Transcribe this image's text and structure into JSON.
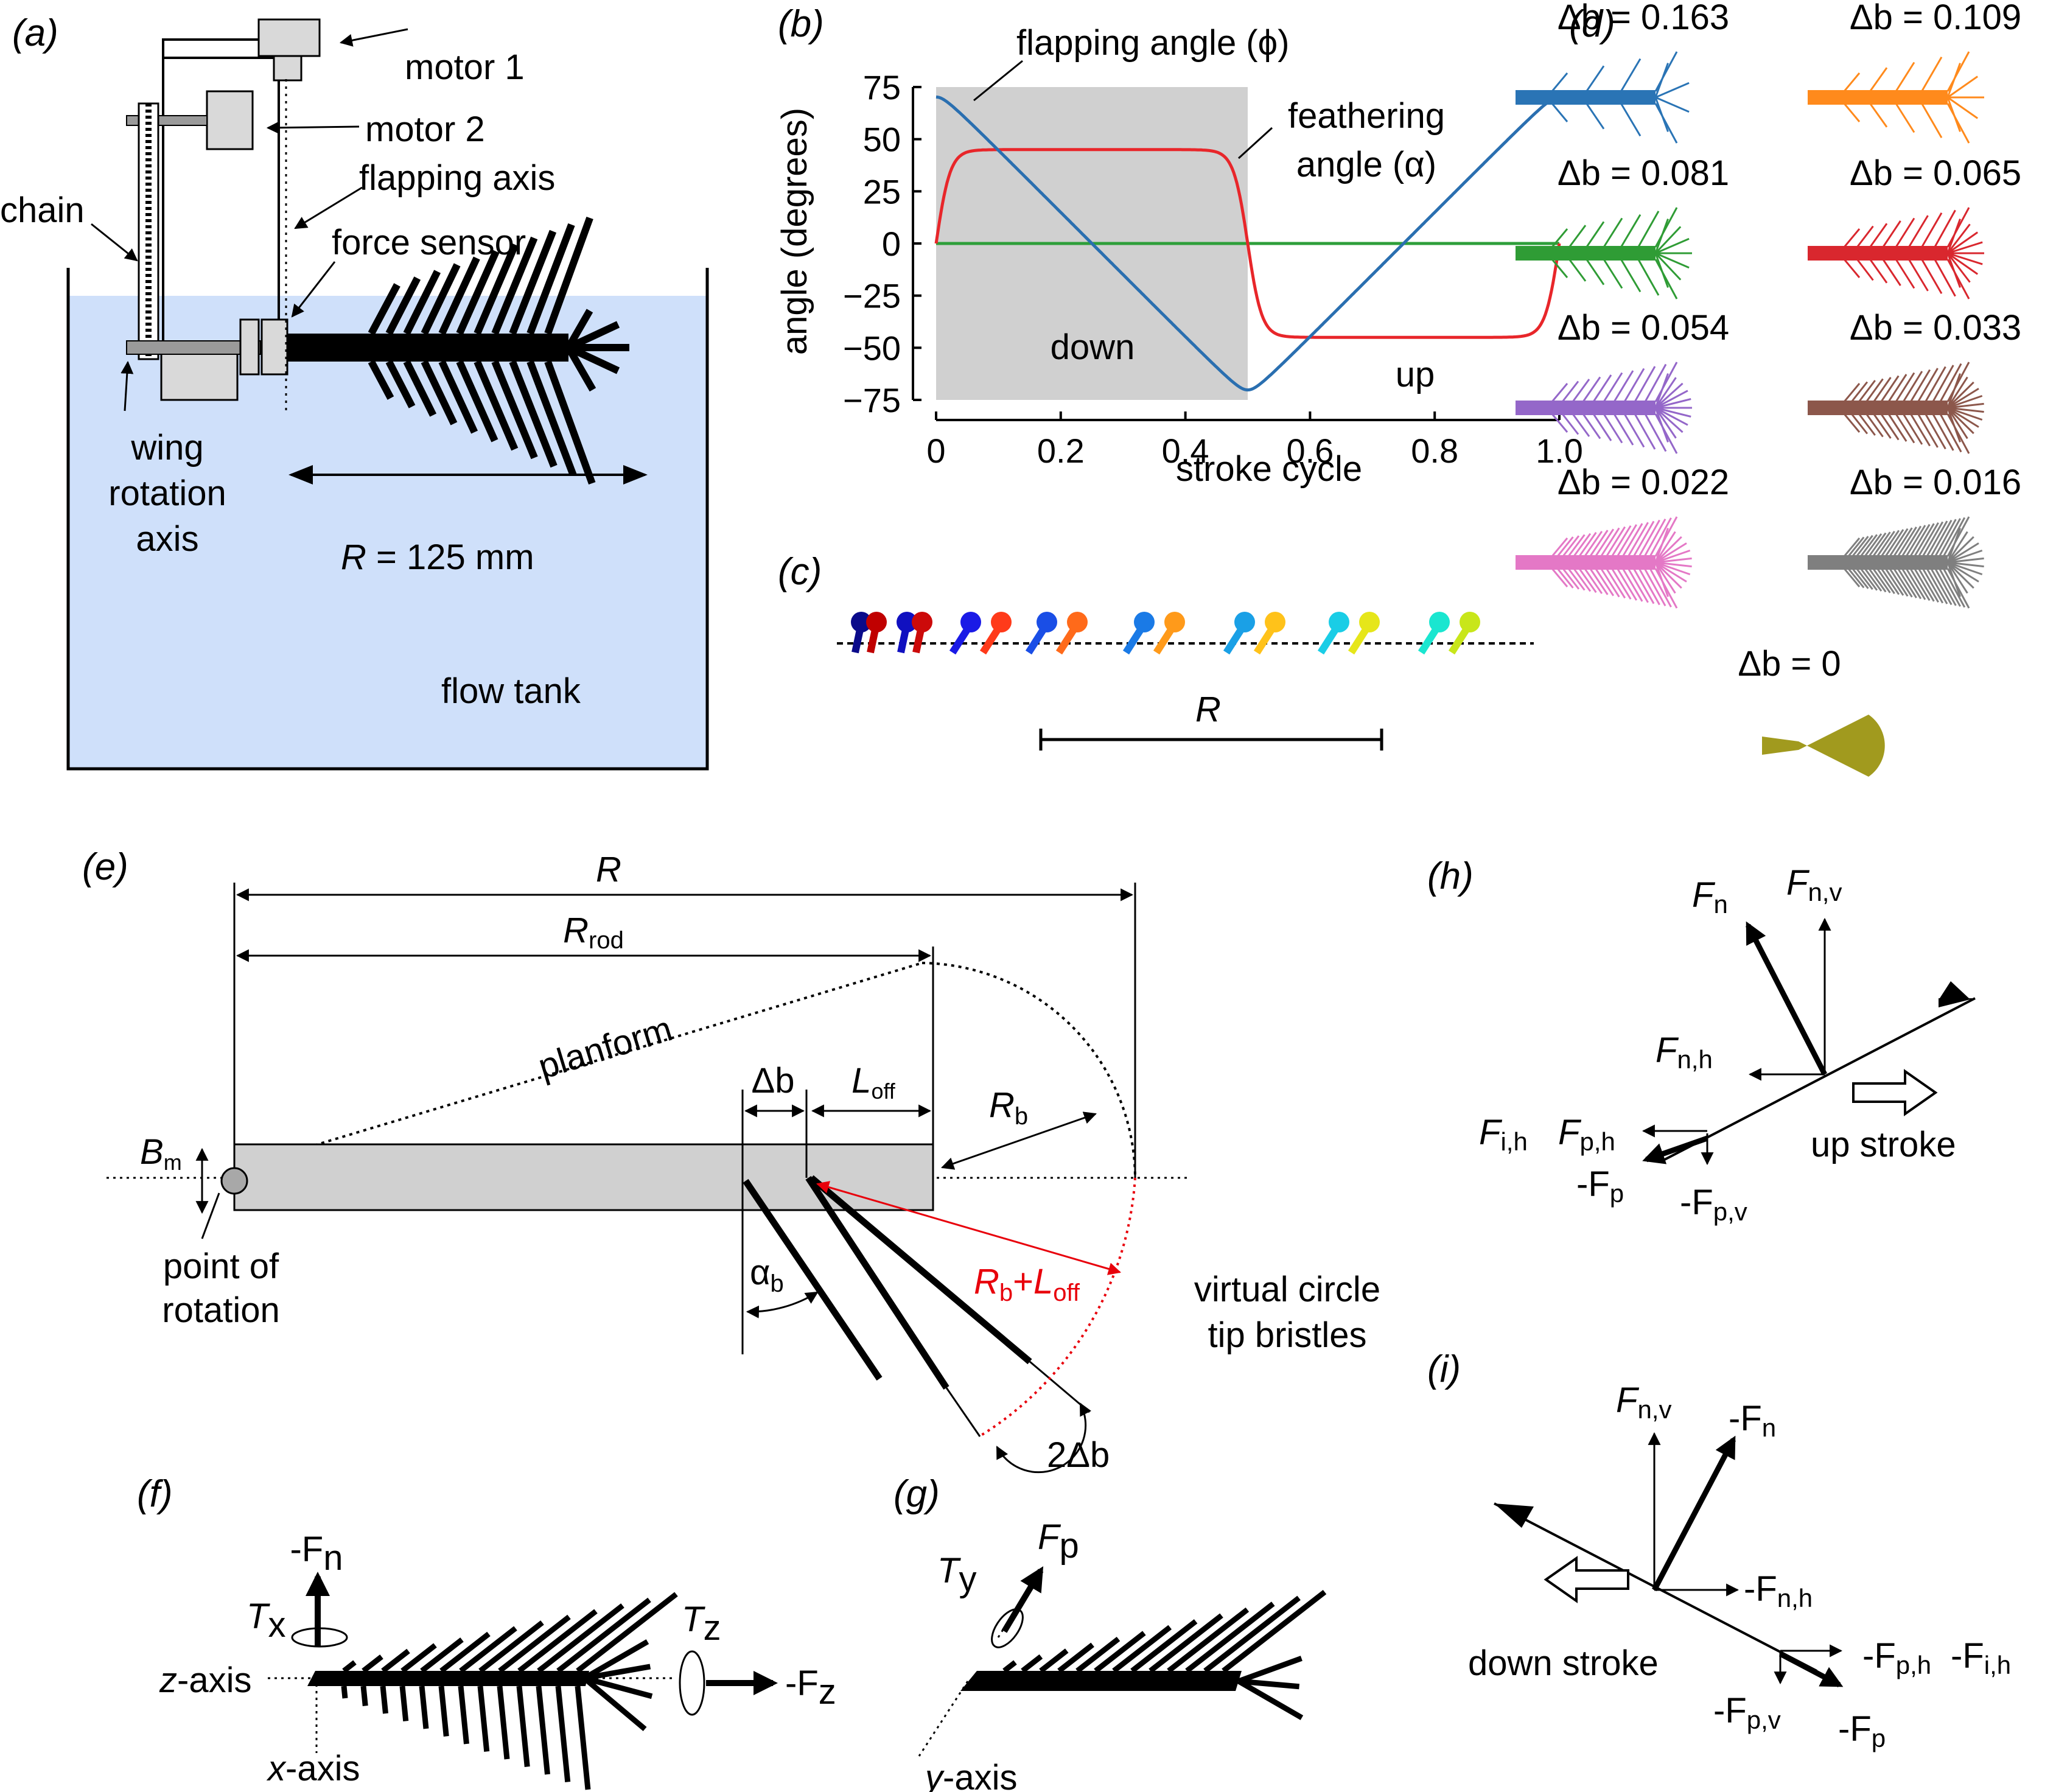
{
  "panel_labels": {
    "a": "(a)",
    "b": "(b)",
    "c": "(c)",
    "d": "(d)",
    "e": "(e)",
    "f": "(f)",
    "g": "(g)",
    "h": "(h)",
    "i": "(i)"
  },
  "panel_a": {
    "motor1": "motor 1",
    "motor2": "motor 2",
    "flapping_axis": "flapping axis",
    "chain": "chain",
    "force_sensor": "force sensor",
    "wing_rotation_axis": [
      "wing",
      "rotation",
      "axis"
    ],
    "radius_var": "R",
    "radius_value": " = 125 mm",
    "flow_tank": "flow tank",
    "colors": {
      "water": "#cfe0fa",
      "part": "#d9d9d9"
    }
  },
  "panel_b": {
    "chart_data": {
      "type": "line",
      "xlabel": "stroke cycle",
      "ylabel": "angle (degrees)",
      "xlim": [
        0,
        1
      ],
      "ylim": [
        -75,
        75
      ],
      "x_ticks": [
        "0",
        "0.2",
        "0.4",
        "0.6",
        "0.8",
        "1.0"
      ],
      "y_ticks": [
        "75",
        "50",
        "25",
        "0",
        "−25",
        "−50",
        "−75"
      ],
      "shaded_region": {
        "x": [
          0,
          0.5
        ],
        "label": "down",
        "color": "#d0d0d0"
      },
      "up_label": "up",
      "series": [
        {
          "name": "flapping angle (ϕ)",
          "color": "#2a6fb0",
          "x": [
            0,
            0.125,
            0.25,
            0.375,
            0.5,
            0.625,
            0.75,
            0.875,
            1.0
          ],
          "y": [
            75,
            37.5,
            0,
            -37.5,
            -75,
            -37.5,
            0,
            37.5,
            75
          ]
        },
        {
          "name": "feathering angle (α)",
          "color": "#e8262a",
          "x": [
            0,
            0.1,
            0.2,
            0.3,
            0.4,
            0.45,
            0.5,
            0.55,
            0.6,
            0.7,
            0.8,
            0.9,
            0.95,
            1.0
          ],
          "y": [
            0,
            43,
            45,
            45,
            45,
            44,
            0,
            -44,
            -45,
            -45,
            -45,
            -45,
            -44,
            0
          ]
        },
        {
          "name": "",
          "color": "#2e9f3a",
          "x": [
            0,
            1.0
          ],
          "y": [
            0,
            0
          ]
        }
      ],
      "annotations": [
        "flapping angle (ϕ)",
        "feathering angle (α)"
      ]
    }
  },
  "panel_c": {
    "scale_label": "R"
  },
  "panel_d": {
    "wings": [
      {
        "label": "Δb = 0.163",
        "color": "#2a74b5",
        "bristles": 4
      },
      {
        "label": "Δb = 0.109",
        "color": "#ff8a1c",
        "bristles": 5
      },
      {
        "label": "Δb = 0.081",
        "color": "#2f9c35",
        "bristles": 7
      },
      {
        "label": "Δb = 0.065",
        "color": "#d9272e",
        "bristles": 9
      },
      {
        "label": "Δb = 0.054",
        "color": "#9467c9",
        "bristles": 11
      },
      {
        "label": "Δb = 0.033",
        "color": "#8c574b",
        "bristles": 15
      },
      {
        "label": "Δb = 0.022",
        "color": "#e478c6",
        "bristles": 20
      },
      {
        "label": "Δb = 0.016",
        "color": "#7f7f7f",
        "bristles": 26
      }
    ],
    "solid_label": "Δb = 0",
    "solid_color": "#a19a1e"
  },
  "panel_e": {
    "R": "R",
    "R_rod": "R",
    "R_rod_sub": "rod",
    "planform": "planform",
    "delta_b": "Δb",
    "L_off": "L",
    "L_off_sub": "off",
    "R_b": "R",
    "R_b_sub": "b",
    "B_m": "B",
    "B_m_sub": "m",
    "point_of_rotation": [
      "point of",
      "rotation"
    ],
    "alpha_b": "α",
    "alpha_b_sub": "b",
    "Rb_plus_Loff": [
      "R",
      "b",
      "+",
      "L",
      "off"
    ],
    "virtual_circle": [
      "virtual circle",
      "tip bristles"
    ],
    "two_delta_b": "2Δb",
    "accent_color": "#e8000b"
  },
  "panel_f": {
    "neg_Fn": "-F",
    "neg_Fn_sub": "n",
    "Tx": "T",
    "Tx_sub": "x",
    "Tz": "T",
    "Tz_sub": "z",
    "neg_Fz": "-F",
    "neg_Fz_sub": "z",
    "z_axis": "z",
    "z_axis_suffix": "-axis",
    "x_axis": "x",
    "x_axis_suffix": "-axis"
  },
  "panel_g": {
    "Ty": "T",
    "Ty_sub": "y",
    "Fp": "F",
    "Fp_sub": "p",
    "y_axis": "y",
    "y_axis_suffix": "-axis"
  },
  "panel_h": {
    "Fn": "F",
    "Fn_sub": "n",
    "Fnv": "F",
    "Fnv_sub": "n,v",
    "Fnh": "F",
    "Fnh_sub": "n,h",
    "Fih": "F",
    "Fih_sub": "i,h",
    "Fph": "F",
    "Fph_sub": "p,h",
    "negFp": "-F",
    "negFp_sub": "p",
    "negFpv": "-F",
    "negFpv_sub": "p,v",
    "stroke": "up stroke"
  },
  "panel_i": {
    "Fnv": "F",
    "Fnv_sub": "n,v",
    "negFn": "-F",
    "negFn_sub": "n",
    "negFnh": "-F",
    "negFnh_sub": "n,h",
    "negFph": "-F",
    "negFph_sub": "p,h",
    "negFih": "-F",
    "negFih_sub": "i,h",
    "negFpv": "-F",
    "negFpv_sub": "p,v",
    "negFp": "-F",
    "negFp_sub": "p",
    "stroke": "down stroke"
  }
}
